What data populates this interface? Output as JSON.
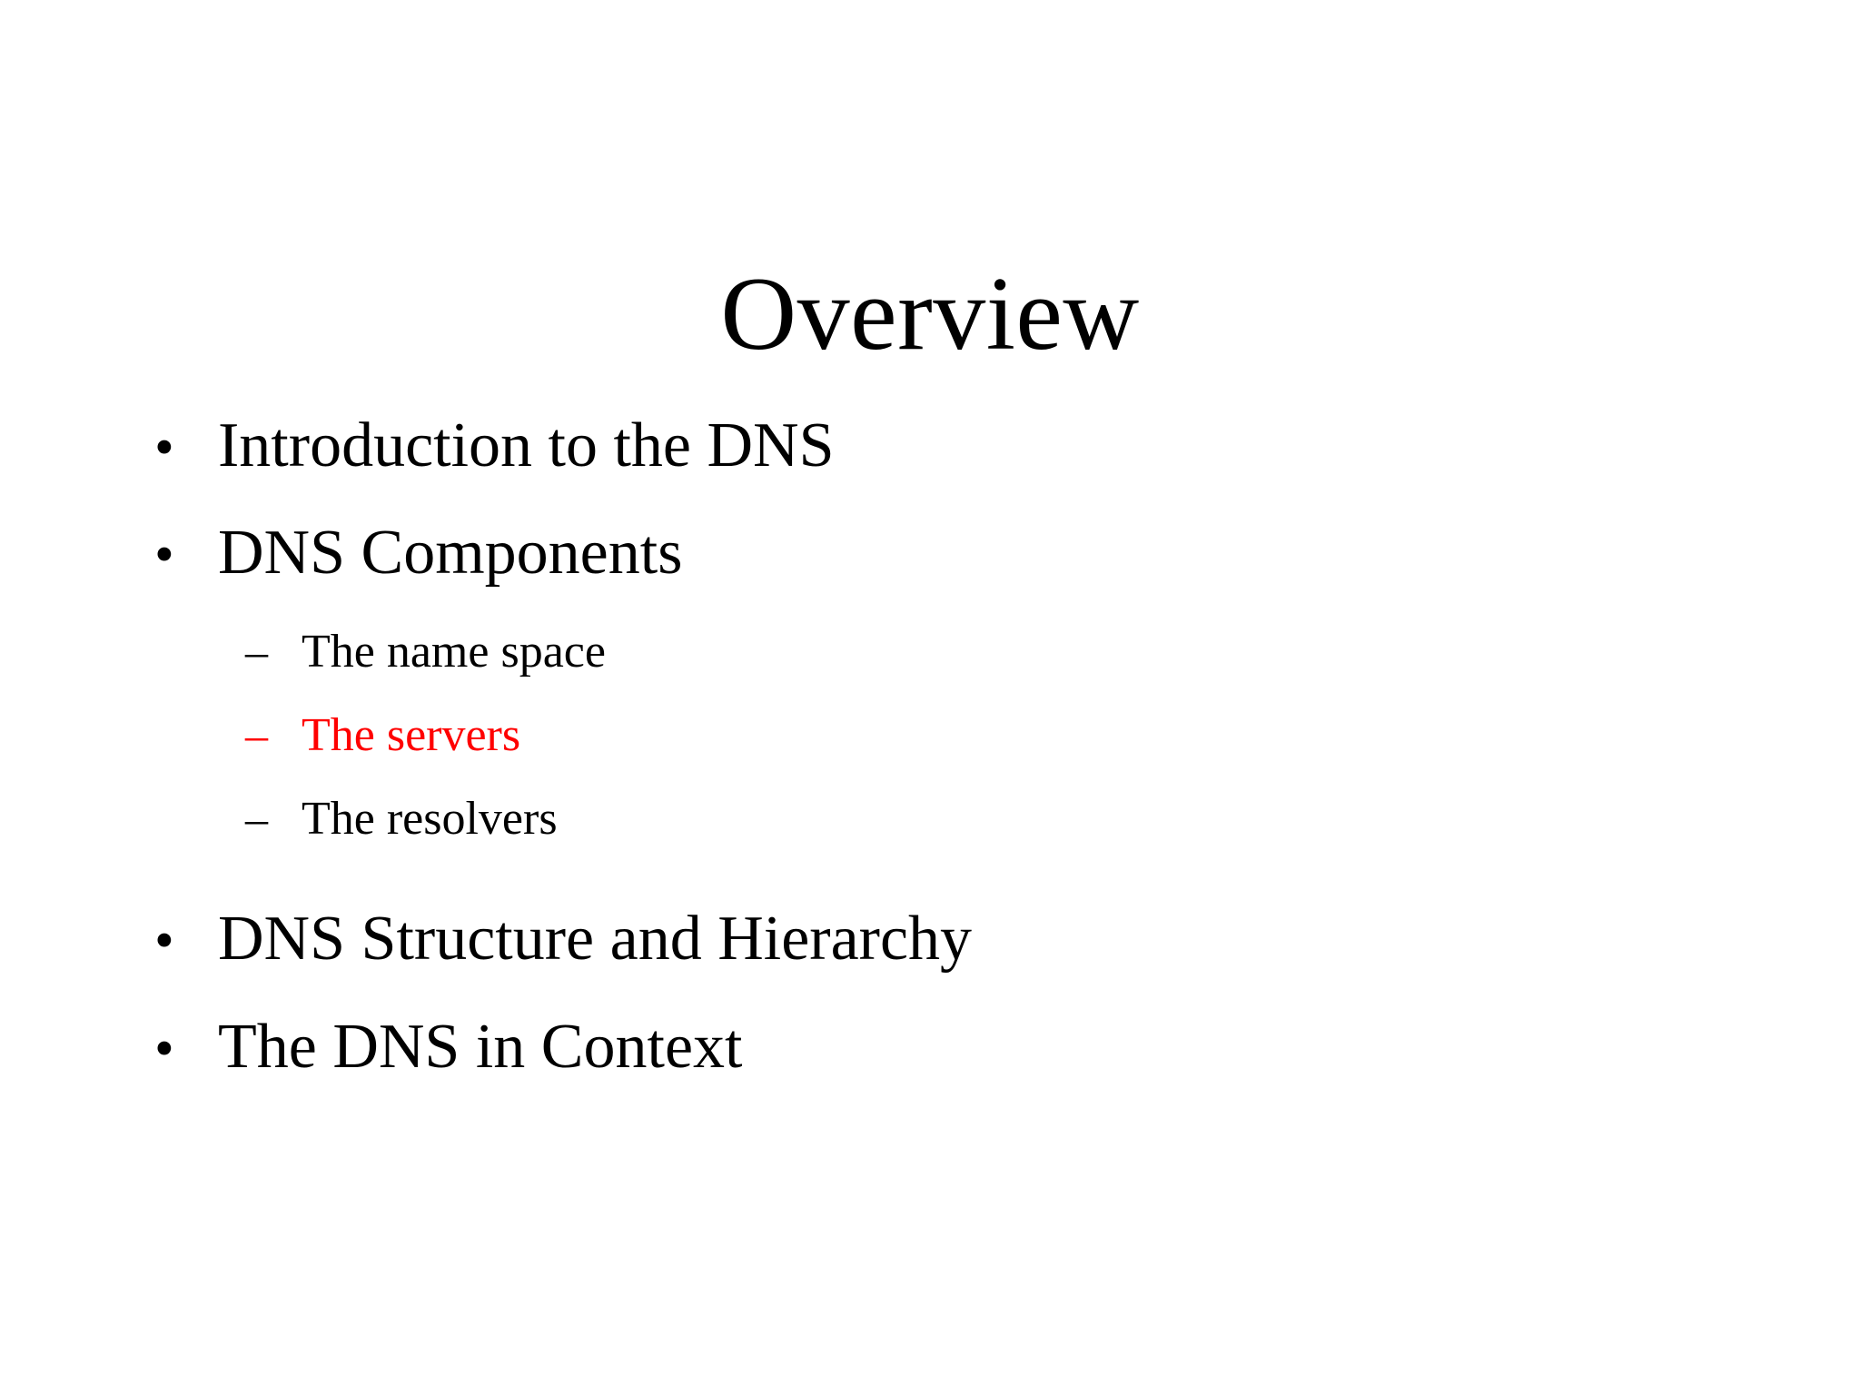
{
  "slide": {
    "title": "Overview",
    "background_color": "#FFFFFF",
    "default_text_color": "#000000",
    "highlight_color": "#FF0000",
    "markers": {
      "level1_bullet": "•",
      "level2_bullet": "–"
    },
    "content": [
      {
        "level": 1,
        "marker": "•",
        "text": "Introduction to the DNS",
        "color": "#000000"
      },
      {
        "level": 1,
        "marker": "•",
        "text": "DNS Components",
        "color": "#000000"
      },
      {
        "level": 2,
        "marker": "–",
        "text": "The name space",
        "color": "#000000"
      },
      {
        "level": 2,
        "marker": "–",
        "text": "The servers",
        "color": "#FF0000"
      },
      {
        "level": 2,
        "marker": "–",
        "text": "The resolvers",
        "color": "#000000"
      },
      {
        "level": 1,
        "marker": "•",
        "text": "DNS Structure and Hierarchy",
        "color": "#000000"
      },
      {
        "level": 1,
        "marker": "•",
        "text": "The DNS in Context",
        "color": "#000000"
      }
    ]
  }
}
